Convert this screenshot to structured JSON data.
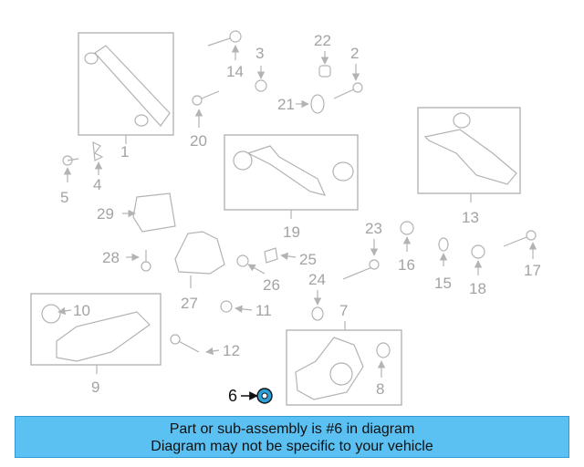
{
  "diagram": {
    "highlight_color": "#2ca0d8",
    "highlighted_part": "6",
    "labels": {
      "p1": "1",
      "p2": "2",
      "p3": "3",
      "p4": "4",
      "p5": "5",
      "p6": "6",
      "p7": "7",
      "p8": "8",
      "p9": "9",
      "p10": "10",
      "p11": "11",
      "p12": "12",
      "p13": "13",
      "p14": "14",
      "p15": "15",
      "p16": "16",
      "p17": "17",
      "p18": "18",
      "p19": "19",
      "p20": "20",
      "p21": "21",
      "p22": "22",
      "p23": "23",
      "p24": "24",
      "p25": "25",
      "p26": "26",
      "p27": "27",
      "p28": "28",
      "p29": "29"
    }
  },
  "banner": {
    "background": "#5bc0f2",
    "line1": "Part or sub-assembly is #6 in diagram",
    "line2": "Diagram may not be specific to your vehicle"
  }
}
